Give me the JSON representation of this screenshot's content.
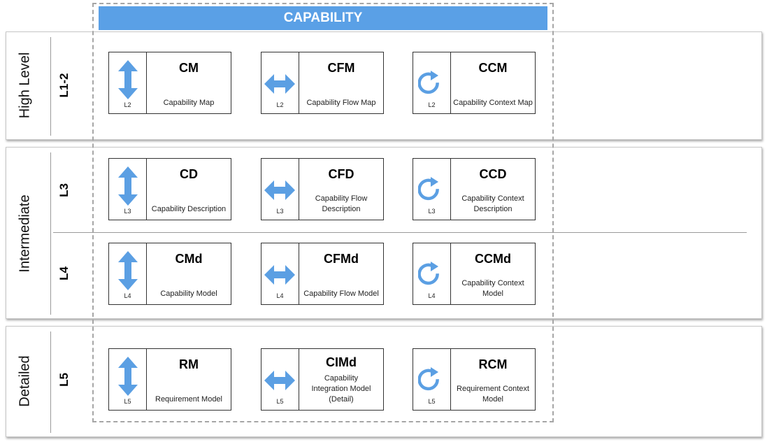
{
  "header": {
    "title": "CAPABILITY"
  },
  "bands": [
    {
      "label": "High Level",
      "levels": [
        {
          "label": "L1-2"
        }
      ]
    },
    {
      "label": "Intermediate",
      "levels": [
        {
          "label": "L3"
        },
        {
          "label": "L4"
        }
      ]
    },
    {
      "label": "Detailed",
      "levels": [
        {
          "label": "L5"
        }
      ]
    }
  ],
  "cards": {
    "r1": [
      {
        "abbr": "CM",
        "name": "Capability Map",
        "level": "L2",
        "icon": "vertical-arrow-icon"
      },
      {
        "abbr": "CFM",
        "name": "Capability Flow Map",
        "level": "L2",
        "icon": "horizontal-arrow-icon"
      },
      {
        "abbr": "CCM",
        "name": "Capability Context Map",
        "level": "L2",
        "icon": "cycle-icon"
      }
    ],
    "r2": [
      {
        "abbr": "CD",
        "name": "Capability Description",
        "level": "L3",
        "icon": "vertical-arrow-icon"
      },
      {
        "abbr": "CFD",
        "name": "Capability Flow Description",
        "level": "L3",
        "icon": "horizontal-arrow-icon"
      },
      {
        "abbr": "CCD",
        "name": "Capability Context Description",
        "level": "L3",
        "icon": "cycle-icon"
      }
    ],
    "r3": [
      {
        "abbr": "CMd",
        "name": "Capability Model",
        "level": "L4",
        "icon": "vertical-arrow-icon"
      },
      {
        "abbr": "CFMd",
        "name": "Capability Flow Model",
        "level": "L4",
        "icon": "horizontal-arrow-icon"
      },
      {
        "abbr": "CCMd",
        "name": "Capability Context Model",
        "level": "L4",
        "icon": "cycle-icon"
      }
    ],
    "r4": [
      {
        "abbr": "RM",
        "name": "Requirement Model",
        "level": "L5",
        "icon": "vertical-arrow-icon"
      },
      {
        "abbr": "CIMd",
        "name": "Capability Integration Model (Detail)",
        "level": "L5",
        "icon": "horizontal-arrow-icon"
      },
      {
        "abbr": "RCM",
        "name": "Requirement Context Model",
        "level": "L5",
        "icon": "cycle-icon"
      }
    ]
  },
  "colors": {
    "accent": "#5aa0e6",
    "icon": "#5b9fe3"
  }
}
